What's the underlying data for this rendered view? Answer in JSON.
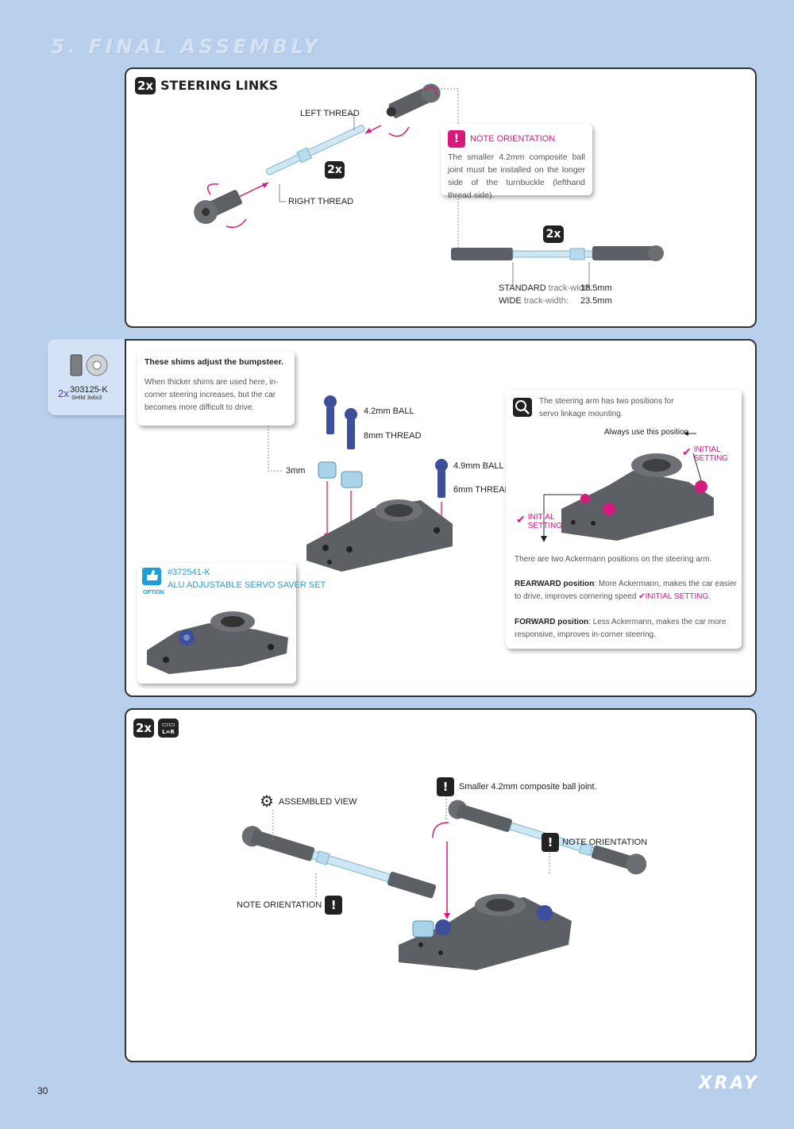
{
  "header": {
    "section_title": "5. FINAL ASSEMBLY"
  },
  "panel1": {
    "qty_badge": "2x",
    "title": "STEERING LINKS",
    "left_thread": "LEFT THREAD",
    "right_thread": "RIGHT THREAD",
    "center_badge": "2x",
    "note": {
      "title": "NOTE ORIENTATION",
      "text": "The smaller 4.2mm composite ball joint must be installed on the longer side of the turnbuckle (lefthand thread side)."
    },
    "link_badge": "2x",
    "standard_label": "STANDARD",
    "standard_suffix": "track-width:",
    "standard_value": "18.5mm",
    "wide_label": "WIDE",
    "wide_suffix": "track-width:",
    "wide_value": "23.5mm"
  },
  "shim": {
    "qty": "2x",
    "part_no": "303125-K",
    "name": "SHIM 3x6x3"
  },
  "panel2": {
    "bumpsteer": {
      "title": "These shims adjust the bumpsteer.",
      "text": "When thicker shims are used here, in-corner steering increases, but the car becomes more difficult to drive."
    },
    "ball42": "4.2mm BALL",
    "thread8": "8mm THREAD",
    "ball49": "4.9mm BALL",
    "thread6": "6mm THREAD",
    "shim3": "3mm",
    "option": {
      "tag": "OPTION",
      "part_no": "#372541-K",
      "name": "ALU ADJUSTABLE SERVO SAVER SET"
    },
    "info": {
      "intro": "The steering arm has two positions for servo linkage mounting.",
      "always": "Always use this position",
      "initial_1": "INITIAL",
      "setting_1": "SETTING",
      "initial_2": "INITIAL",
      "setting_2": "SETTING",
      "ackermann": "There are two Ackermann positions on the steering arm.",
      "rearward_label": "REARWARD position",
      "rearward_text": ": More Ackermann, makes the car easier to drive, improves cornering speed",
      "rearward_initial": "INITIAL SETTING.",
      "forward_label": "FORWARD position",
      "forward_text": ": Less Ackermann, makes the car more responsive, improves in-corner steering."
    }
  },
  "panel3": {
    "qty_badge": "2x",
    "lr_badge": "L=R",
    "assembled": "ASSEMBLED VIEW",
    "smaller": "Smaller 4.2mm composite ball joint.",
    "note_right": "NOTE ORIENTATION",
    "note_left": "NOTE ORIENTATION"
  },
  "footer": {
    "page_number": "30",
    "logo": "XRAY"
  },
  "colors": {
    "background": "#b8d0ec",
    "accent_magenta": "#d6187f",
    "accent_cyan": "#1a9fd8",
    "part_gray": "#5c5f63",
    "part_blue": "#3d4f9a"
  }
}
